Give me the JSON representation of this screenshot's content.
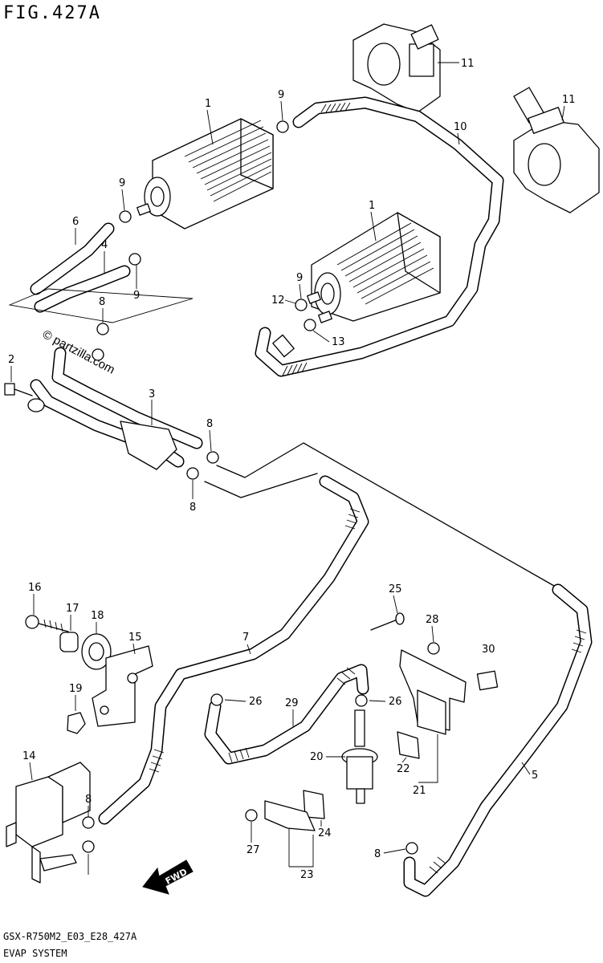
{
  "figure": {
    "title": "FIG.427A",
    "footer_code": "GSX-R750M2_E03_E28_427A",
    "footer_name": "EVAP SYSTEM",
    "watermark": "© partzilla.com",
    "direction_label": "FWD"
  },
  "callouts": [
    "1",
    "1",
    "2",
    "3",
    "4",
    "5",
    "6",
    "7",
    "8",
    "8",
    "8",
    "8",
    "8",
    "9",
    "9",
    "9",
    "9",
    "10",
    "11",
    "11",
    "12",
    "13",
    "14",
    "15",
    "16",
    "17",
    "18",
    "19",
    "20",
    "21",
    "22",
    "23",
    "24",
    "25",
    "26",
    "26",
    "27",
    "28",
    "29",
    "30"
  ]
}
